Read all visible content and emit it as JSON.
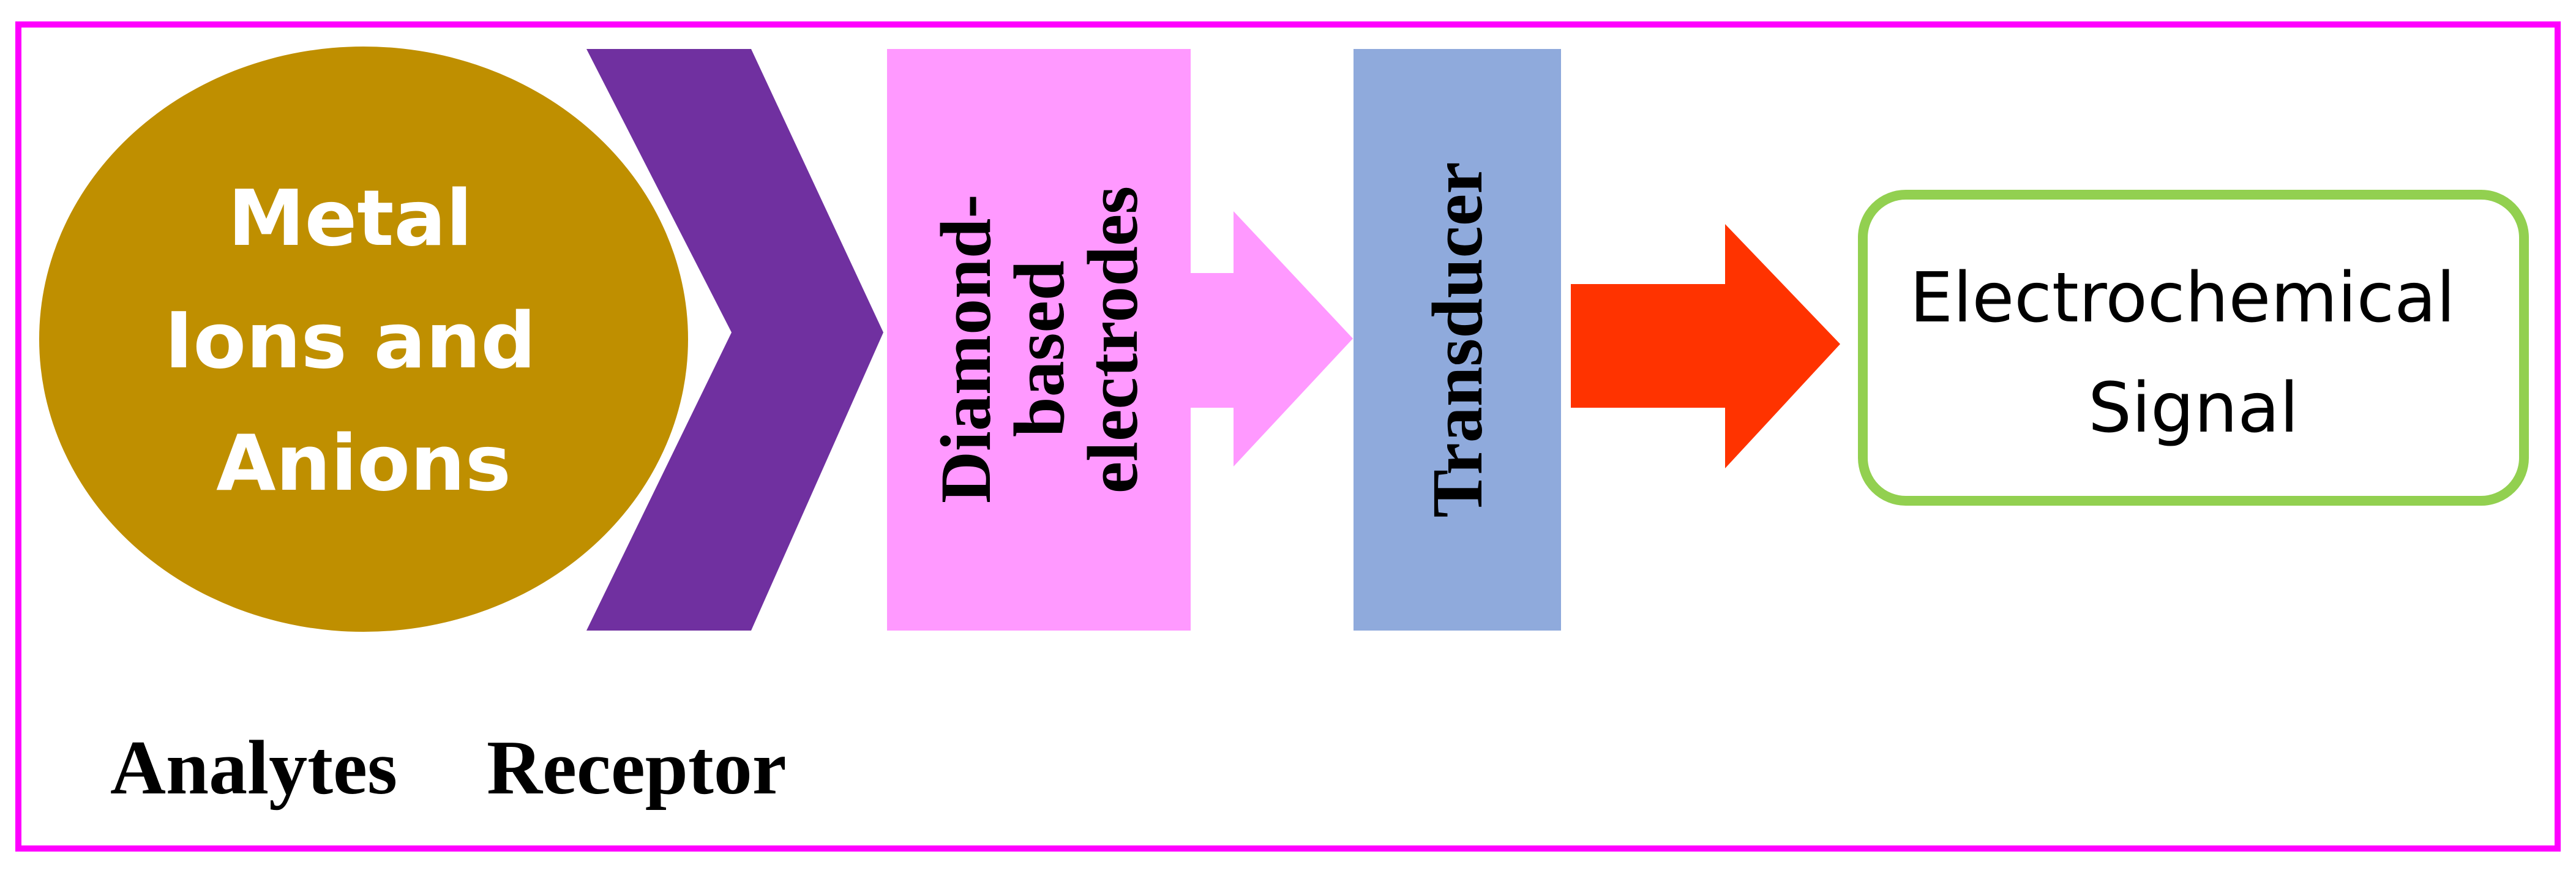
{
  "diagram": {
    "analytes": {
      "lines": [
        "Metal",
        "Ions and",
        "Anions"
      ],
      "color": "#BF8F00",
      "text_color": "#FFFFFF"
    },
    "receptor": {
      "color": "#7030A0"
    },
    "electrodes": {
      "lines": [
        "Diamond-",
        "based",
        "electrodes"
      ],
      "color": "#FF99FF"
    },
    "transducer": {
      "label": "Transducer",
      "color": "#8FAADC"
    },
    "output_arrow": {
      "color": "#FF3300"
    },
    "signal": {
      "lines": [
        "Electrochemical",
        "Signal"
      ],
      "border_color": "#92D050"
    },
    "captions": {
      "analytes": "Analytes",
      "receptor": "Receptor"
    },
    "frame": {
      "border_color": "#FF00FF"
    }
  }
}
